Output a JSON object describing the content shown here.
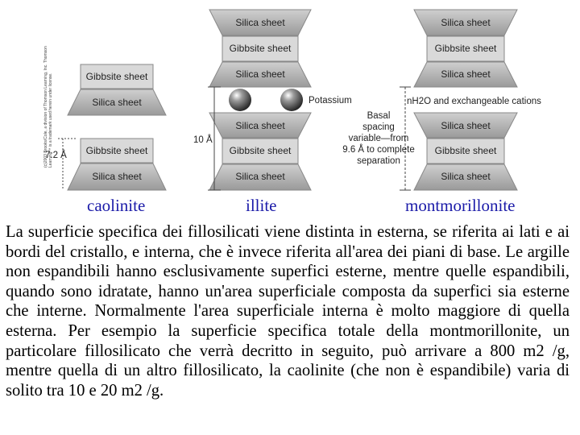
{
  "figure": {
    "copyright_line1": "(c)2003 Brooks/Cole, a division of Thomson Learning, Inc. Thomson",
    "copyright_line2": "Learning™ is a trademark used herein under license.",
    "sheets": {
      "silica": "Silica sheet",
      "gibbsite": "Gibbsite sheet"
    },
    "kaolinite_spacing": "7.2 Å",
    "illite_spacing": "10 Å",
    "potassium_label": "Potassium",
    "water_label": "nH2O and exchangeable cations",
    "basal_lines": [
      "Basal",
      "spacing",
      "variable—from",
      "9.6 Å to complete",
      "separation"
    ]
  },
  "captions": {
    "kaolinite": "caolinite",
    "illite": "illite",
    "montmorillonite": "montmorillonite"
  },
  "paragraph": "La superficie specifica dei fillosilicati viene distinta in esterna, se riferita ai lati e ai bordi del cristallo, e interna, che è invece riferita all'area dei piani di base. Le argille non espandibili hanno esclusivamente superfici esterne, mentre quelle espandibili, quando sono idratate, hanno un'area superficiale composta da superfici sia esterne che interne. Normalmente l'area superficiale interna è molto maggiore di quella esterna. Per esempio la superficie specifica totale della montmorillonite, un particolare fillosilicato che verrà decritto in seguito, può arrivare a 800 m2 /g, mentre quella di un altro fillosilicato, la caolinite (che non è espandibile) varia di solito tra 10 e 20 m2 /g."
}
